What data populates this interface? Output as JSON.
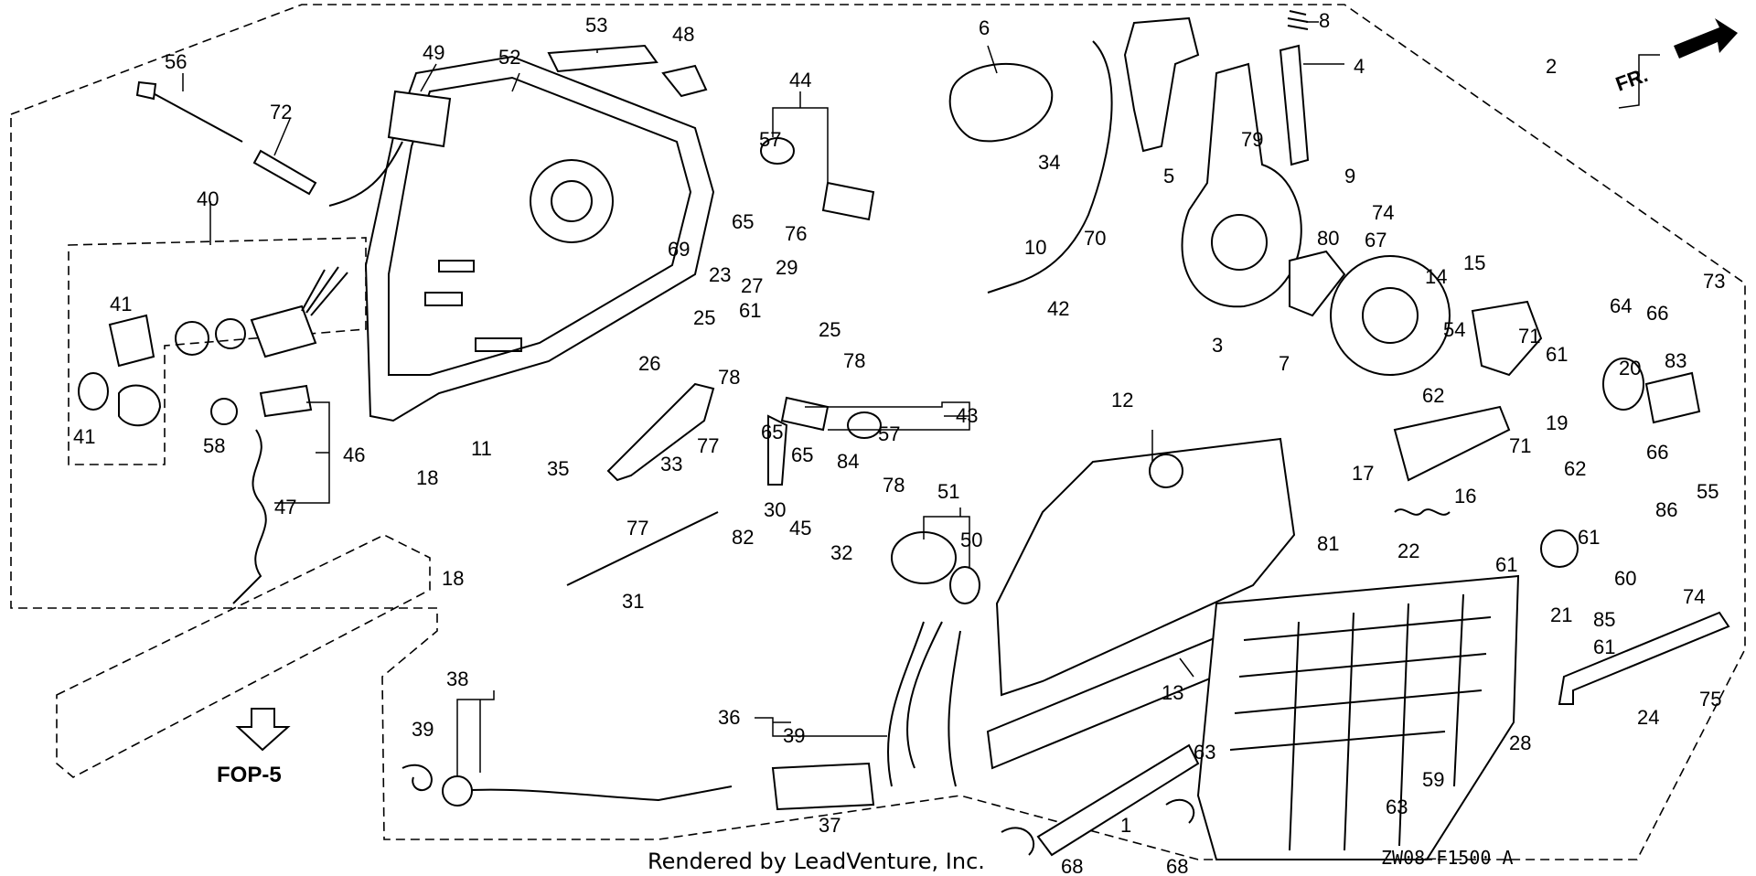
{
  "diagram": {
    "reference_labels": [
      "FR.",
      "FOP-5"
    ],
    "footer": {
      "rendered_by": "Rendered by LeadVenture, Inc.",
      "code": "ZW08–F1500 A"
    },
    "callouts": [
      "1",
      "2",
      "3",
      "4",
      "5",
      "6",
      "7",
      "8",
      "9",
      "10",
      "11",
      "12",
      "13",
      "14",
      "15",
      "16",
      "17",
      "18",
      "18",
      "19",
      "20",
      "21",
      "22",
      "23",
      "24",
      "25",
      "25",
      "26",
      "27",
      "28",
      "29",
      "30",
      "31",
      "32",
      "33",
      "34",
      "35",
      "36",
      "37",
      "38",
      "39",
      "39",
      "40",
      "41",
      "41",
      "42",
      "43",
      "44",
      "45",
      "46",
      "47",
      "48",
      "49",
      "50",
      "51",
      "52",
      "53",
      "54",
      "55",
      "56",
      "57",
      "57",
      "58",
      "59",
      "60",
      "61",
      "61",
      "61",
      "61",
      "61",
      "62",
      "62",
      "63",
      "63",
      "64",
      "65",
      "65",
      "65",
      "66",
      "66",
      "67",
      "68",
      "68",
      "69",
      "70",
      "71",
      "71",
      "72",
      "73",
      "74",
      "74",
      "75",
      "76",
      "77",
      "77",
      "78",
      "78",
      "78",
      "79",
      "80",
      "81",
      "82",
      "83",
      "84",
      "85",
      "86"
    ]
  }
}
